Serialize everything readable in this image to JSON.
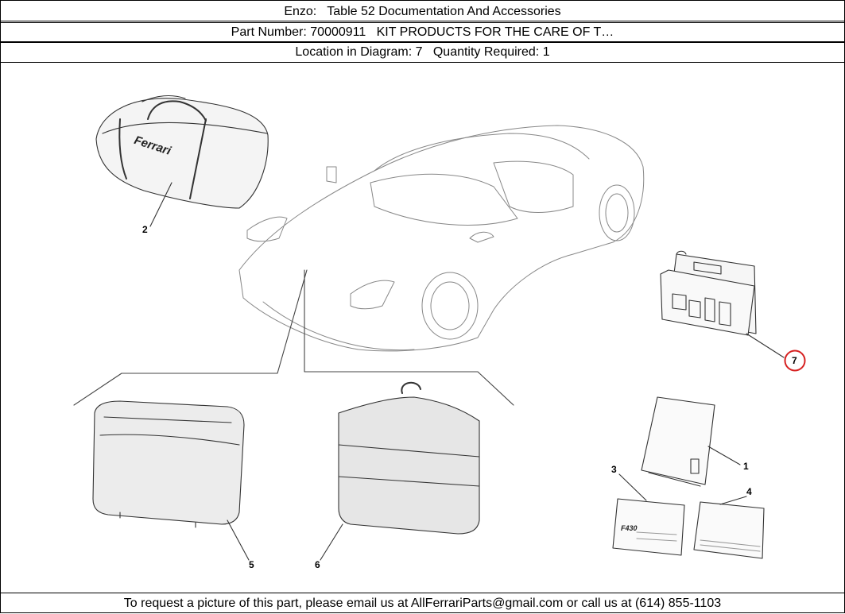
{
  "header": {
    "model": "Enzo:",
    "table": "Table 52 Documentation And Accessories",
    "part_number_label": "Part Number:",
    "part_number": "70000911",
    "part_description": "KIT PRODUCTS FOR THE CARE OF T…",
    "location_label": "Location in Diagram:",
    "location": "7",
    "quantity_label": "Quantity Required:",
    "quantity": "1"
  },
  "diagram": {
    "bag_logo": "Ferrari",
    "book_label": "F430",
    "callouts": [
      "1",
      "2",
      "3",
      "4",
      "5",
      "6",
      "7"
    ],
    "highlighted_callout": "7",
    "highlight_color": "#d62020"
  },
  "footer": {
    "text": "To request a picture of this part, please email us at AllFerrariParts@gmail.com or call us at (614) 855-1103"
  }
}
